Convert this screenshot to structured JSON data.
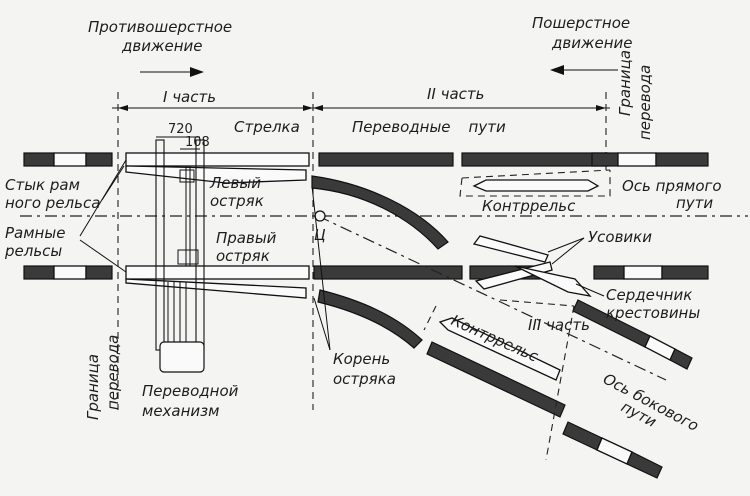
{
  "labels": {
    "facing_movement": [
      "Противошерстное",
      "движение"
    ],
    "trailing_movement": [
      "Пошерстное",
      "движение"
    ],
    "part1": "I часть",
    "part2": "II часть",
    "part3": "III часть",
    "switch": "Стрелка",
    "closure_rails": [
      "Переводные",
      "пути"
    ],
    "turnout_boundary_right": [
      "Граница",
      "перевода"
    ],
    "turnout_boundary_left": [
      "Граница",
      "перевода"
    ],
    "stock_rail_joint": [
      "Стык рам",
      "ного рельса"
    ],
    "stock_rails": [
      "Рамные",
      "рельсы"
    ],
    "left_point": [
      "Левый",
      "остряк"
    ],
    "right_point": [
      "Правый",
      "остряк"
    ],
    "center_mark": "Ц",
    "switch_machine": [
      "Переводной",
      "механизм"
    ],
    "point_heels": [
      "Корень",
      "остряка"
    ],
    "main_track_axis": [
      "Ось прямого",
      "пути"
    ],
    "guard_rail_top": "Контррельс",
    "guard_rail_bottom": "Контррельс",
    "wing_rails": "Усовики",
    "frog_core": [
      "Сердечник",
      "крестовины"
    ],
    "diverging_axis": [
      "Ось бокового",
      "пути"
    ],
    "dim_720": "720",
    "dim_108": "108"
  },
  "colors": {
    "ink": "#1d1d1d",
    "paper": "#f4f4f2",
    "rail_fill": "#3a3a3a"
  }
}
